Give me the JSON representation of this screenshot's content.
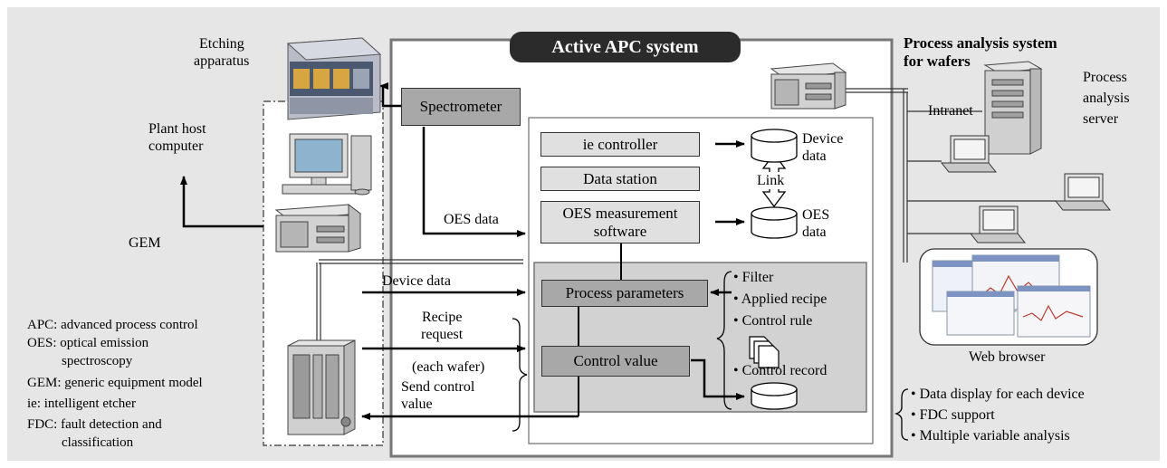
{
  "system": {
    "title": "Active APC system",
    "spectrometer": "Spectrometer",
    "ie_controller": "ie controller",
    "data_station": "Data station",
    "oes_software": [
      "OES measurement",
      "software"
    ],
    "process_parameters": "Process parameters",
    "control_value": "Control value"
  },
  "data_stores": {
    "device_data": [
      "Device",
      "data"
    ],
    "link": "Link",
    "oes_data": [
      "OES",
      "data"
    ]
  },
  "flows": {
    "oes_data": "OES data",
    "device_data": "Device data",
    "recipe_request": [
      "Recipe",
      "request"
    ],
    "each_wafer": "(each wafer)",
    "send_control_value": [
      "Send control",
      "value"
    ],
    "gem": "GEM"
  },
  "inputs": [
    "• Filter",
    "• Applied recipe",
    "• Control rule",
    "• Control record"
  ],
  "left": {
    "etching_apparatus": [
      "Etching",
      "apparatus"
    ],
    "plant_host": [
      "Plant host",
      "computer"
    ]
  },
  "legend": [
    "APC: advanced process control",
    "OES: optical emission",
    "spectroscopy",
    "GEM: generic equipment model",
    "ie: intelligent etcher",
    "FDC: fault detection and",
    "classification"
  ],
  "right": {
    "title": [
      "Process analysis system",
      "for wafers"
    ],
    "intranet": "Intranet",
    "server": [
      "Process",
      "analysis",
      "server"
    ],
    "web_browser": "Web browser",
    "features": [
      "• Data display for each device",
      "• FDC support",
      "• Multiple variable analysis"
    ]
  },
  "colors": {
    "background_panel": "#e6e6e6",
    "title_badge": "#2b2b2b",
    "box_light": "#e0e0e0",
    "box_dark": "#a8a8a8"
  }
}
